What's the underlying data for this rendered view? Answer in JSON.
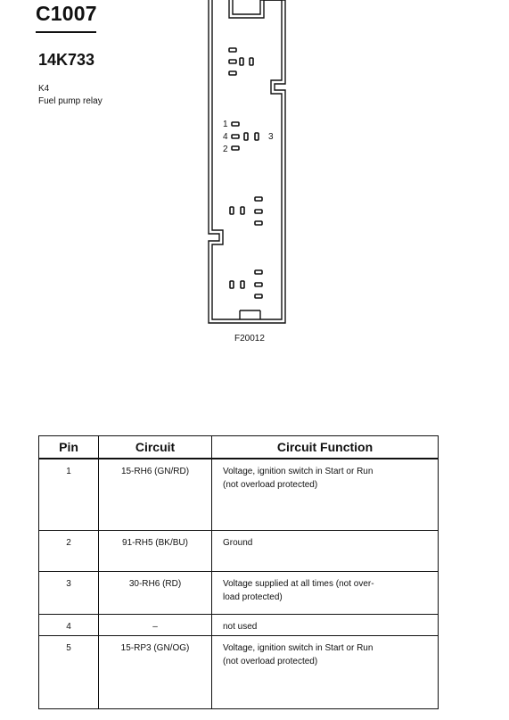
{
  "header": {
    "connector_id": "C1007",
    "part_number": "14K733",
    "relay_id": "K4",
    "relay_name": "Fuel pump relay"
  },
  "diagram": {
    "pin_labels": {
      "p1": "1",
      "p4": "4",
      "p2": "2",
      "p3": "3"
    },
    "figure_label": "F20012"
  },
  "table": {
    "headers": {
      "pin": "Pin",
      "circuit": "Circuit",
      "function": "Circuit Function"
    },
    "rows": [
      {
        "pin": "1",
        "circuit": "15-RH6 (GN/RD)",
        "function_line1": "Voltage, ignition switch in Start or Run",
        "function_line2": "(not overload protected)"
      },
      {
        "pin": "2",
        "circuit": "91-RH5 (BK/BU)",
        "function_line1": "Ground",
        "function_line2": ""
      },
      {
        "pin": "3",
        "circuit": "30-RH6 (RD)",
        "function_line1": "Voltage supplied at all times (not over-",
        "function_line2": "load protected)"
      },
      {
        "pin": "4",
        "circuit": "–",
        "function_line1": "not used",
        "function_line2": ""
      },
      {
        "pin": "5",
        "circuit": "15-RP3 (GN/OG)",
        "function_line1": "Voltage, ignition switch in Start or Run",
        "function_line2": "(not overload protected)"
      }
    ]
  }
}
